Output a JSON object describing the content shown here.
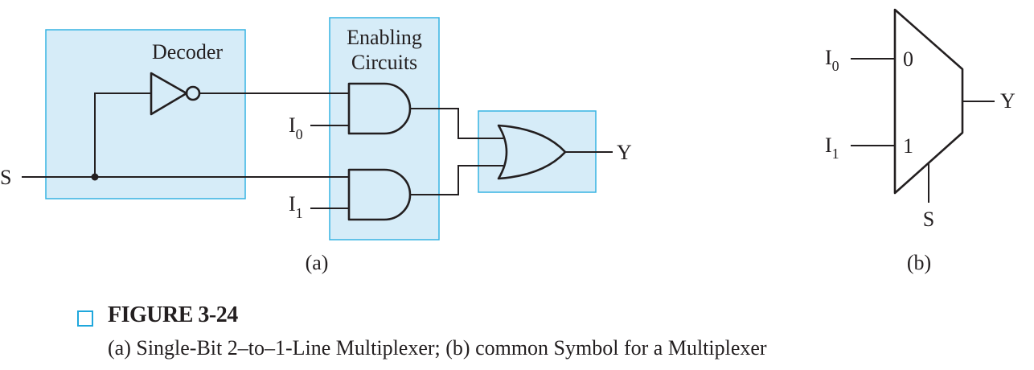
{
  "figure": {
    "number": "FIGURE 3-24",
    "caption": "(a) Single-Bit 2–to–1-Line Multiplexer; (b) common Symbol for a Multiplexer"
  },
  "diagram_a": {
    "decoder_label": "Decoder",
    "enabling_label_line1": "Enabling",
    "enabling_label_line2": "Circuits",
    "input_s": "S",
    "input_i0_base": "I",
    "input_i0_sub": "0",
    "input_i1_base": "I",
    "input_i1_sub": "1",
    "output_y": "Y",
    "panel_label": "(a)"
  },
  "diagram_b": {
    "input_i0_base": "I",
    "input_i0_sub": "0",
    "input_i1_base": "I",
    "input_i1_sub": "1",
    "port_0": "0",
    "port_1": "1",
    "output_y": "Y",
    "select_s": "S",
    "panel_label": "(b)"
  },
  "colors": {
    "box_fill": "#d6ecf8",
    "box_stroke": "#36b3e2",
    "caption_square": "#1fa7dc",
    "ink": "#231f20"
  }
}
